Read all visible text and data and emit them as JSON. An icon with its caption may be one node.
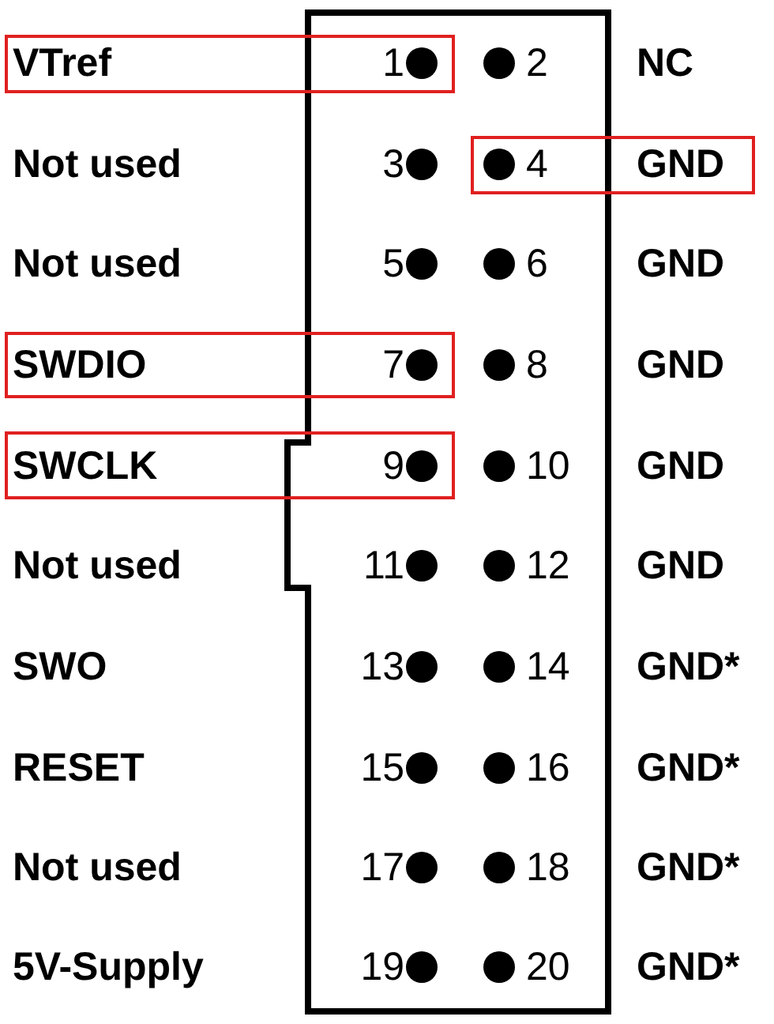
{
  "diagram": {
    "nodes": [
      {
        "text": [
          "VTref",
          "1"
        ]
      },
      {
        "text": [
          "4",
          "GND"
        ]
      },
      {
        "text": [
          "SWDIO",
          "7"
        ]
      },
      {
        "text": [
          "SWCLK",
          "9"
        ]
      }
    ],
    "labels": [
      "2",
      "NC",
      "Not used",
      "3",
      "Not used",
      "5",
      "6",
      "GND",
      "8",
      "GND",
      "10",
      "GND",
      "Not used",
      "11",
      "12",
      "GND",
      "SWO",
      "13",
      "14",
      "GND*",
      "RESET",
      "15",
      "16",
      "GND*",
      "Not used",
      "17",
      "18",
      "GND*",
      "5V-Supply",
      "19",
      "20",
      "GND*"
    ]
  }
}
